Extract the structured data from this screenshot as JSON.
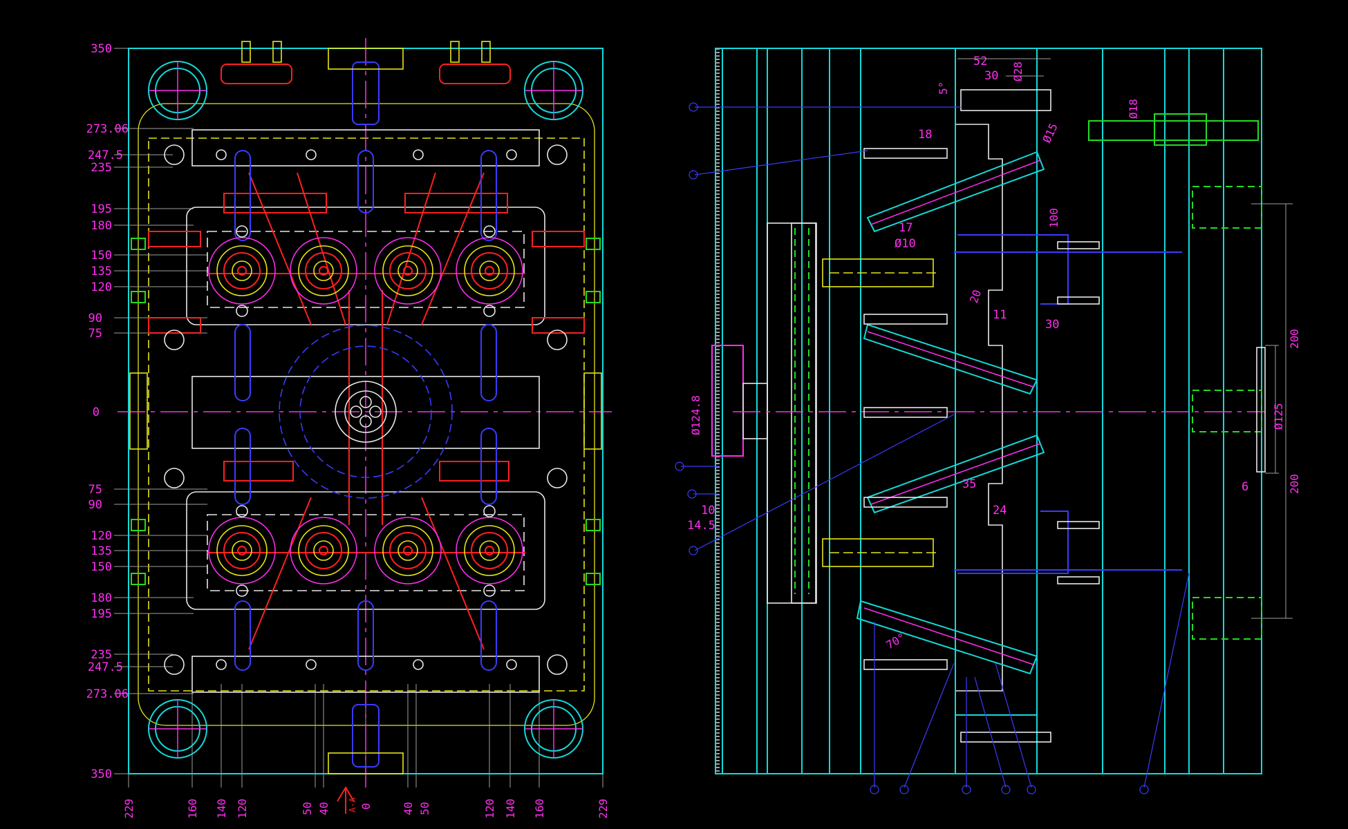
{
  "plan_view": {
    "vertical_dims": [
      "350",
      "273.06",
      "247.5",
      "235",
      "195",
      "180",
      "150",
      "135",
      "120",
      "90",
      "75",
      "0",
      "75",
      "90",
      "120",
      "135",
      "150",
      "180",
      "195",
      "235",
      "247.5",
      "273.06",
      "350"
    ],
    "horizontal_dims": [
      "229",
      "160",
      "140",
      "120",
      "50",
      "40",
      "0",
      "40",
      "50",
      "120",
      "140",
      "160",
      "229"
    ],
    "marker_text": "A-A"
  },
  "section_view": {
    "dims": {
      "d52": "52",
      "d30_top": "30",
      "dia28": "Ø28",
      "dia18": "Ø18",
      "dia15": "Ø15",
      "angle5": "5°",
      "d18": "18",
      "d17": "17",
      "dia10": "Ø10",
      "d100": "100",
      "d20": "20",
      "d11": "11",
      "d30_mid": "30",
      "dia124_8": "Ø124.8",
      "d35": "35",
      "d24": "24",
      "d10": "10",
      "d14_5": "14.5",
      "angle70": "70°",
      "d200_top": "200",
      "dia125": "Ø125",
      "d200_bot": "200",
      "d6": "6"
    }
  },
  "colors": {
    "background": "#000000",
    "plate_outline": "#15d9d9",
    "dimension_text": "#ff2ff0",
    "slider": "#ff2020",
    "cooling": "#3b3bff",
    "bolts": "#22dd22",
    "cavity": "#e6e61a"
  }
}
